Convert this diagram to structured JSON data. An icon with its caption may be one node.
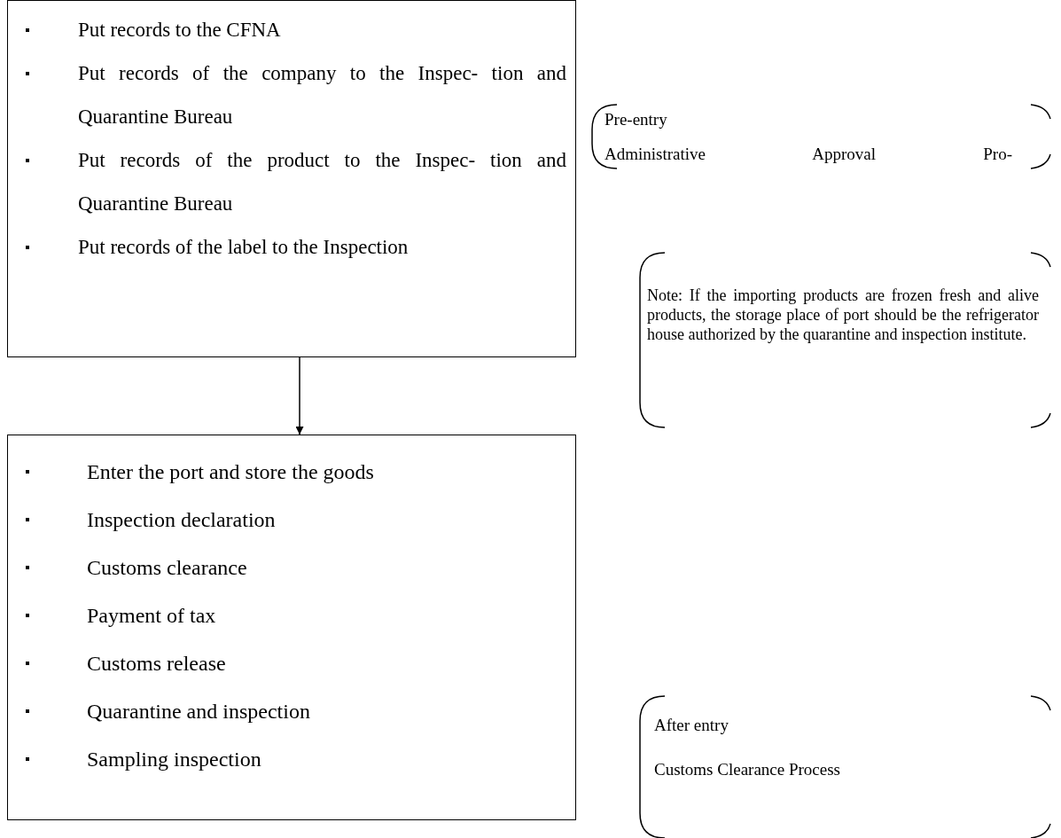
{
  "diagram": {
    "nodes": [
      {
        "text": [
          "Put records to the CFNA",
          "Put records of the company to the Inspec- tion and Quarantine Bureau",
          "Put records of the product to the Inspec- tion and Quarantine Bureau",
          "Put records of the label to the Inspection"
        ]
      },
      {
        "text": [
          "Enter the port and store the goods",
          "Inspection declaration",
          "Customs clearance",
          "Payment of tax",
          "Customs release",
          "Quarantine and inspection",
          "Sampling inspection"
        ]
      },
      {
        "text": [
          "Pre-entry",
          "Administrative Approval Pro-"
        ]
      },
      {
        "text": [
          "Note: If the importing products are frozen fresh and alive products, the storage place of port should be the refrigerator house authorized by the quarantine and inspection institute."
        ]
      },
      {
        "text": [
          "After entry",
          "Customs Clearance Process"
        ]
      }
    ],
    "edges": [
      {
        "from": 0,
        "to": 1,
        "arrow": "to"
      }
    ]
  }
}
